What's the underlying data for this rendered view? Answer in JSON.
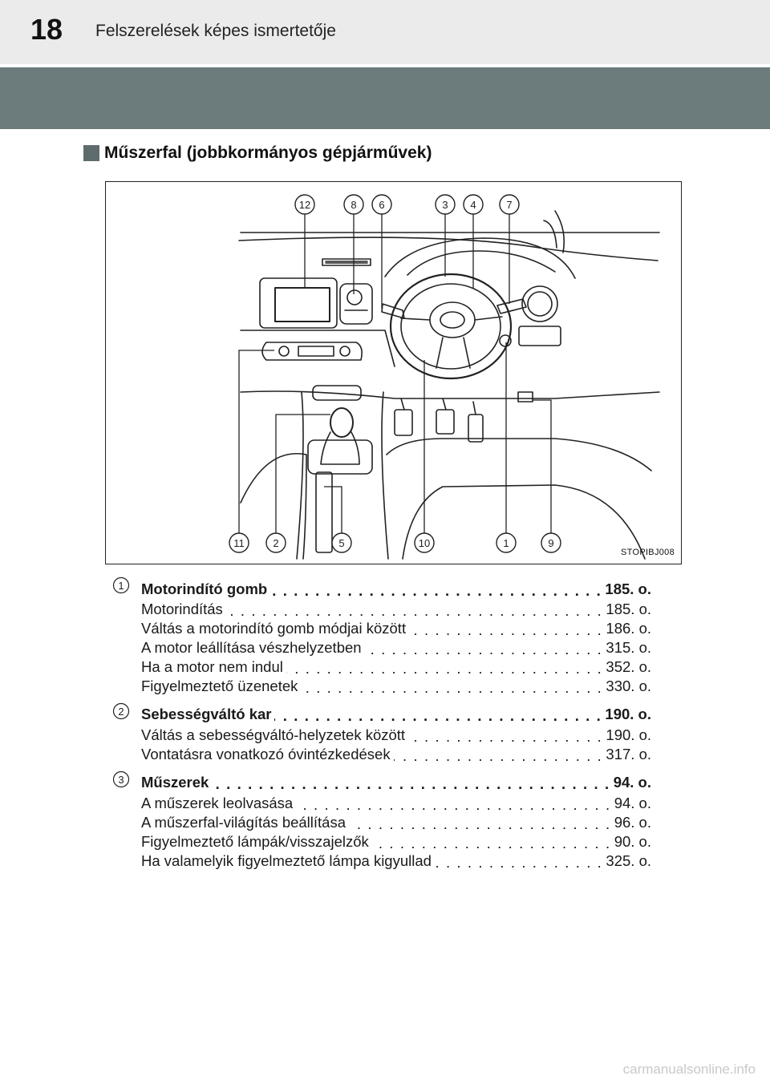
{
  "header": {
    "page_number": "18",
    "title": "Felszerelések képes ismertetője"
  },
  "section": {
    "title": "Műszerfal (jobbkormányos gépjárművek)"
  },
  "figure": {
    "code": "STOPIBJ008",
    "top_callouts": [
      "12",
      "8",
      "6",
      "3",
      "4",
      "7"
    ],
    "bottom_callouts": [
      "11",
      "2",
      "5",
      "10",
      "1",
      "9"
    ]
  },
  "toc": [
    {
      "number": "1",
      "main": {
        "label": "Motorindító gomb",
        "page": "185. o."
      },
      "items": [
        {
          "label": "Motorindítás",
          "page": "185. o."
        },
        {
          "label": "Váltás a motorindító gomb módjai között",
          "page": "186. o."
        },
        {
          "label": "A motor leállítása vészhelyzetben",
          "page": "315. o."
        },
        {
          "label": "Ha a motor nem indul",
          "page": "352. o."
        },
        {
          "label": "Figyelmeztető üzenetek",
          "page": "330. o."
        }
      ]
    },
    {
      "number": "2",
      "main": {
        "label": "Sebességváltó kar",
        "page": "190. o."
      },
      "items": [
        {
          "label": "Váltás a sebességváltó-helyzetek között",
          "page": "190. o."
        },
        {
          "label": "Vontatásra vonatkozó óvintézkedések",
          "page": "317. o."
        }
      ]
    },
    {
      "number": "3",
      "main": {
        "label": "Műszerek",
        "page": "94. o."
      },
      "items": [
        {
          "label": "A műszerek leolvasása",
          "page": "94. o."
        },
        {
          "label": "A műszerfal-világítás beállítása",
          "page": "96. o."
        },
        {
          "label": "Figyelmeztető lámpák/visszajelzők",
          "page": "90. o."
        },
        {
          "label": "Ha valamelyik figyelmeztető lámpa kigyullad",
          "page": "325. o."
        }
      ]
    }
  ],
  "watermark": "carmanualsonline.info"
}
